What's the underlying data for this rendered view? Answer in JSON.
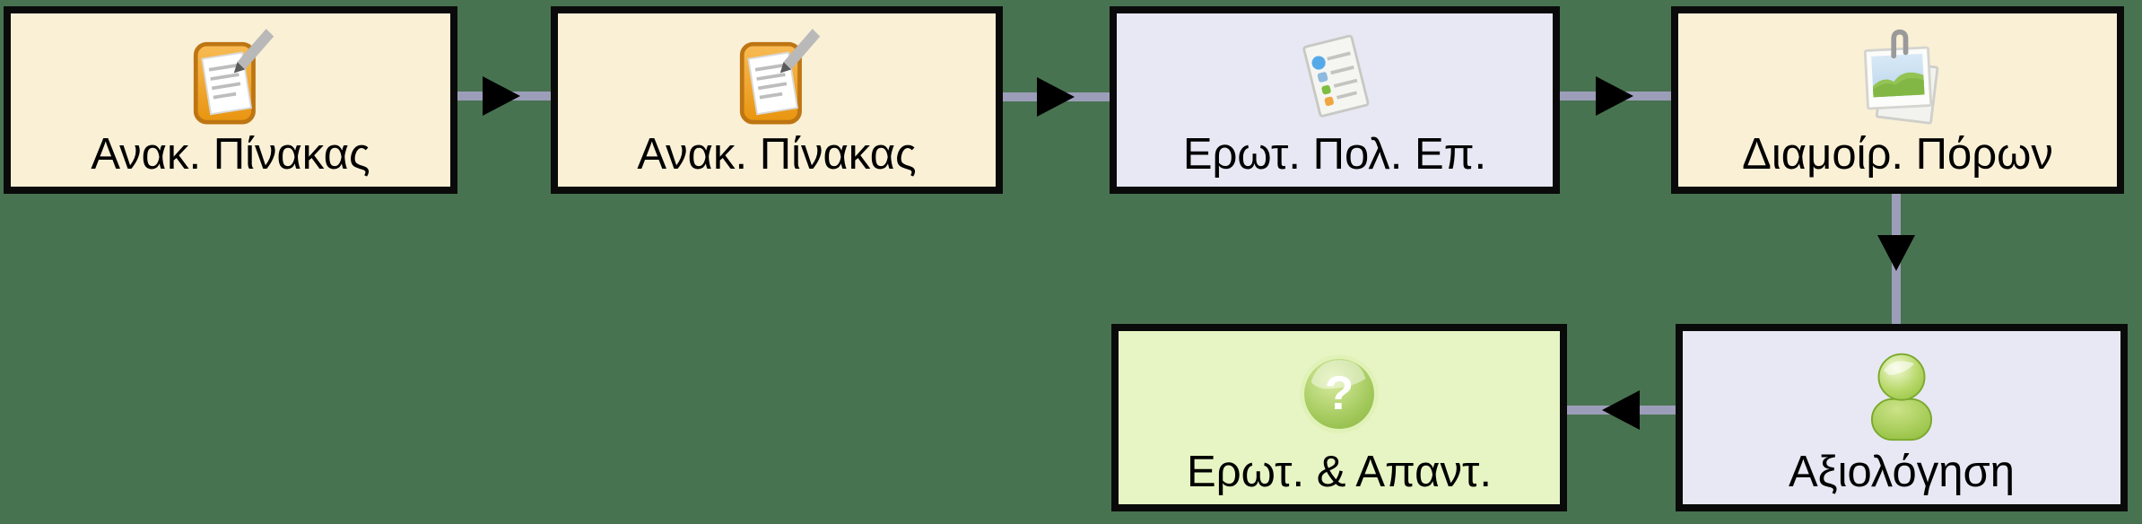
{
  "diagram": {
    "background_color": "#487351",
    "connector_color": "#9C9EB9",
    "arrow_color": "#000000",
    "node_border_color": "#0A0A0A",
    "nodes": [
      {
        "label": "Ανακ. Πίνακας",
        "icon": "clipboard-pencil-icon",
        "fill": "#FAF0D5"
      },
      {
        "label": "Ανακ. Πίνακας",
        "icon": "clipboard-pencil-icon",
        "fill": "#FAF0D5"
      },
      {
        "label": "Ερωτ. Πολ. Επ.",
        "icon": "checklist-document-icon",
        "fill": "#E8E8F4"
      },
      {
        "label": "Διαμοίρ. Πόρων",
        "icon": "photo-paperclip-icon",
        "fill": "#FAF0D5"
      },
      {
        "label": "Αξιολόγηση",
        "icon": "person-icon",
        "fill": "#E8E8F4"
      },
      {
        "label": "Ερωτ. & Απαντ.",
        "icon": "question-ball-icon",
        "fill": "#E6F5C3"
      }
    ],
    "edges": [
      {
        "from": "Ανακ. Πίνακας",
        "to": "Ανακ. Πίνακας",
        "direction": "right"
      },
      {
        "from": "Ανακ. Πίνακας",
        "to": "Ερωτ. Πολ. Επ.",
        "direction": "right"
      },
      {
        "from": "Ερωτ. Πολ. Επ.",
        "to": "Διαμοίρ. Πόρων",
        "direction": "right"
      },
      {
        "from": "Διαμοίρ. Πόρων",
        "to": "Αξιολόγηση",
        "direction": "down"
      },
      {
        "from": "Αξιολόγηση",
        "to": "Ερωτ. & Απαντ.",
        "direction": "left"
      }
    ]
  }
}
